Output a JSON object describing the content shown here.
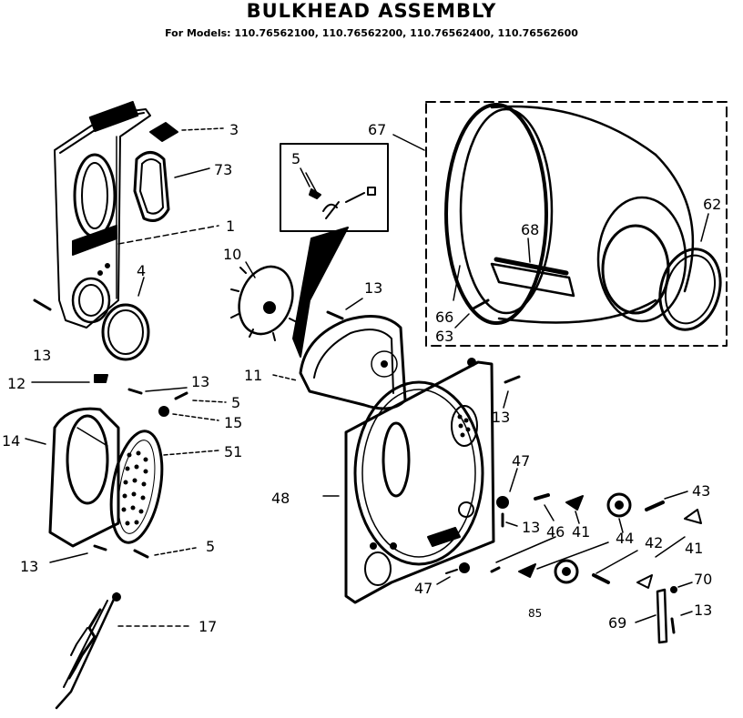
{
  "header": {
    "title": "BULKHEAD ASSEMBLY",
    "models": "For Models: 110.76562100, 110.76562200, 110.76562400, 110.76562600"
  },
  "callouts": [
    {
      "id": "c3",
      "text": "3"
    },
    {
      "id": "c73",
      "text": "73"
    },
    {
      "id": "c1",
      "text": "1"
    },
    {
      "id": "c4",
      "text": "4"
    },
    {
      "id": "c13a",
      "text": "13"
    },
    {
      "id": "c10",
      "text": "10"
    },
    {
      "id": "c5a",
      "text": "5"
    },
    {
      "id": "c13b",
      "text": "13"
    },
    {
      "id": "c67",
      "text": "67"
    },
    {
      "id": "c62",
      "text": "62"
    },
    {
      "id": "c68",
      "text": "68"
    },
    {
      "id": "c66",
      "text": "66"
    },
    {
      "id": "c63",
      "text": "63"
    },
    {
      "id": "c12",
      "text": "12"
    },
    {
      "id": "c13c",
      "text": "13"
    },
    {
      "id": "c5b",
      "text": "5"
    },
    {
      "id": "c15",
      "text": "15"
    },
    {
      "id": "c11",
      "text": "11"
    },
    {
      "id": "c13d",
      "text": "13"
    },
    {
      "id": "c14",
      "text": "14"
    },
    {
      "id": "c51",
      "text": "51"
    },
    {
      "id": "c48",
      "text": "48"
    },
    {
      "id": "c47a",
      "text": "47"
    },
    {
      "id": "c43",
      "text": "43"
    },
    {
      "id": "c13e",
      "text": "13"
    },
    {
      "id": "c46",
      "text": "46"
    },
    {
      "id": "c41a",
      "text": "41"
    },
    {
      "id": "c44",
      "text": "44"
    },
    {
      "id": "c42",
      "text": "42"
    },
    {
      "id": "c41b",
      "text": "41"
    },
    {
      "id": "c13f",
      "text": "13"
    },
    {
      "id": "c5c",
      "text": "5"
    },
    {
      "id": "c47b",
      "text": "47"
    },
    {
      "id": "c70",
      "text": "70"
    },
    {
      "id": "c69",
      "text": "69"
    },
    {
      "id": "c13g",
      "text": "13"
    },
    {
      "id": "c17",
      "text": "17"
    },
    {
      "id": "c85",
      "text": "85"
    }
  ]
}
